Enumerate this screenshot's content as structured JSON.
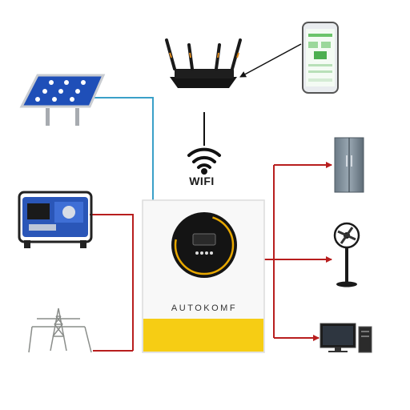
{
  "wifi": {
    "label": "WIFI"
  },
  "inverter": {
    "brand": "AUTOKOMF"
  },
  "colors": {
    "solar_line": "#3aa0c8",
    "ac_line": "#b81e1e",
    "network_line": "#111111",
    "inverter_yellow": "#f6cd14",
    "inverter_body": "#f8f8f8",
    "display_ring": "#e8a800",
    "display_face": "#141414"
  },
  "nodes": [
    {
      "id": "solar-panel",
      "icon": "solar-panel-icon"
    },
    {
      "id": "generator",
      "icon": "generator-icon"
    },
    {
      "id": "power-tower",
      "icon": "power-tower-icon"
    },
    {
      "id": "router",
      "icon": "router-icon"
    },
    {
      "id": "smartphone",
      "icon": "smartphone-icon"
    },
    {
      "id": "inverter",
      "icon": "inverter-icon"
    },
    {
      "id": "refrigerator",
      "icon": "refrigerator-icon"
    },
    {
      "id": "standing-fan",
      "icon": "standing-fan-icon"
    },
    {
      "id": "desktop-computer",
      "icon": "desktop-computer-icon"
    }
  ]
}
